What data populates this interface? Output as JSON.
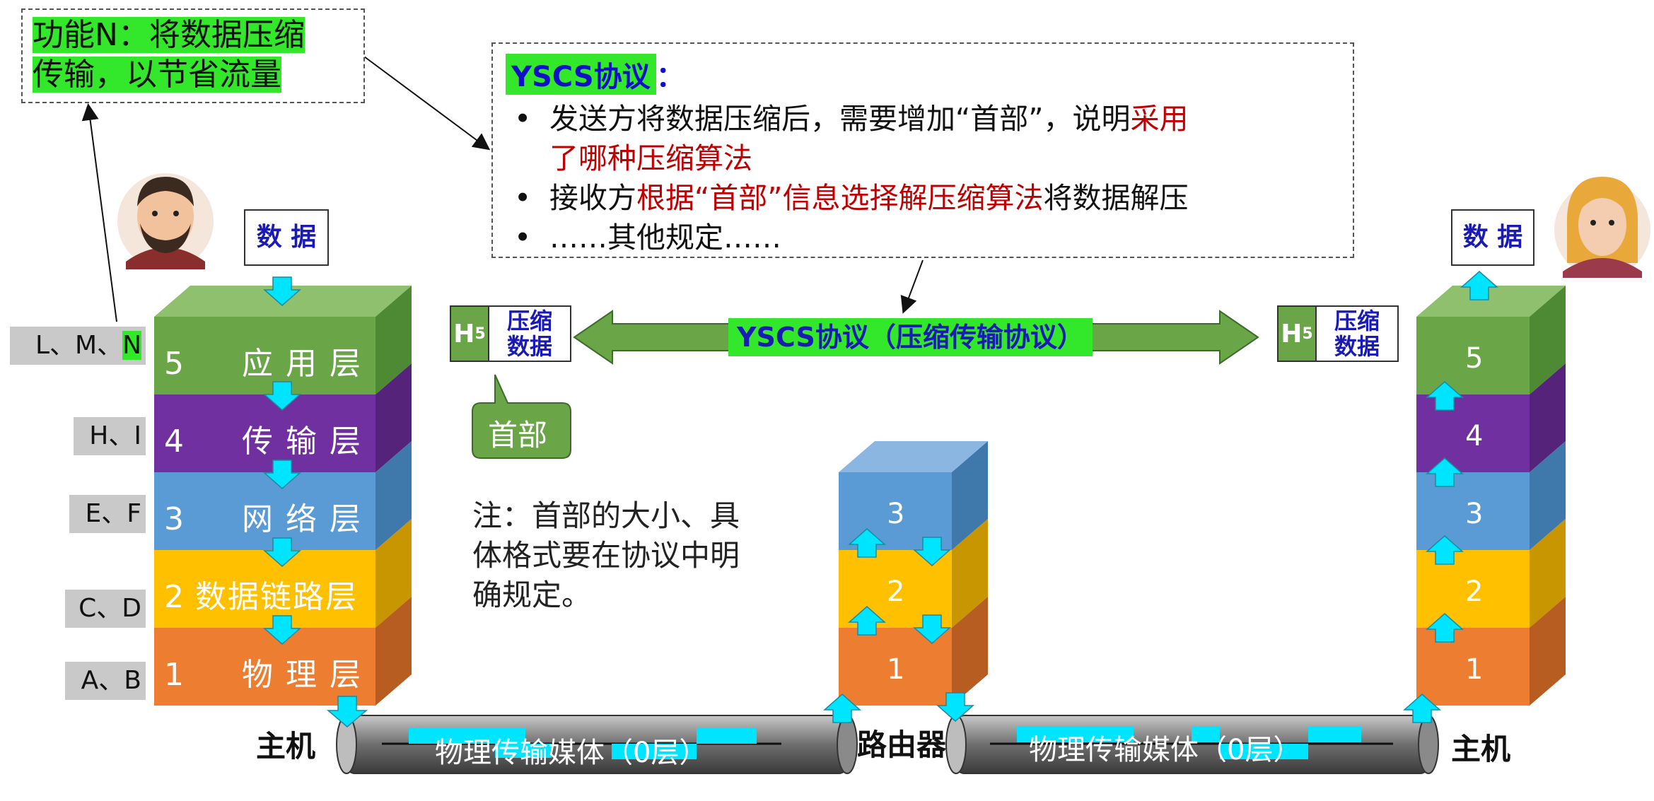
{
  "function_note": {
    "line1": "功能N：将数据压缩",
    "line2": "传输，以节省流量"
  },
  "protocol_box": {
    "title": "YSCS协议",
    "title_colon": "：",
    "bullet": "•",
    "items": [
      {
        "black": "发送方将数据压缩后，需要增加“首部”，说明",
        "red": "采用"
      },
      {
        "red": "了哪种压缩算法"
      },
      {
        "black": "接收方",
        "red": "根据“首部”信息选择解压缩算法",
        "black2": "将数据解压"
      },
      {
        "black": "……其他规定……"
      }
    ]
  },
  "side_labels": [
    {
      "text": "L、M、",
      "highlight": "N"
    },
    {
      "text": "H、I"
    },
    {
      "text": "E、F"
    },
    {
      "text": "C、D"
    },
    {
      "text": "A、B"
    }
  ],
  "left_stack": {
    "layers": [
      {
        "num": "5",
        "name": "应 用 层",
        "color": "#6aa548"
      },
      {
        "num": "4",
        "name": "传 输 层",
        "color": "#7030a0"
      },
      {
        "num": "3",
        "name": "网 络 层",
        "color": "#5b9bd5"
      },
      {
        "num": "2",
        "name": "数据链路层",
        "color": "#ffc000"
      },
      {
        "num": "1",
        "name": "物 理 层",
        "color": "#ed7d31"
      }
    ]
  },
  "router_stack": {
    "layers": [
      "3",
      "2",
      "1"
    ]
  },
  "right_stack": {
    "layers": [
      "5",
      "4",
      "3",
      "2",
      "1"
    ]
  },
  "data_label": "数 据",
  "h5": {
    "h": "H",
    "sub": "5",
    "line1": "压缩",
    "line2": "数据"
  },
  "protocol_banner": "YSCS协议（压缩传输协议）",
  "header_callout": "首部",
  "note": {
    "line1": "注：首部的大小、具",
    "line2": "体格式要在协议中明",
    "line3": "确规定。"
  },
  "labels": {
    "host_left": "主机",
    "router": "路由器",
    "host_right": "主机"
  },
  "medium": {
    "left": "物理传输媒体（0层）",
    "right": "物理传输媒体（0层）"
  },
  "colors": {
    "accent_green": "#33e82a",
    "arrow_cyan": "#00e5ff",
    "red_text": "#c00000",
    "blue_text": "#1a1ab4"
  }
}
